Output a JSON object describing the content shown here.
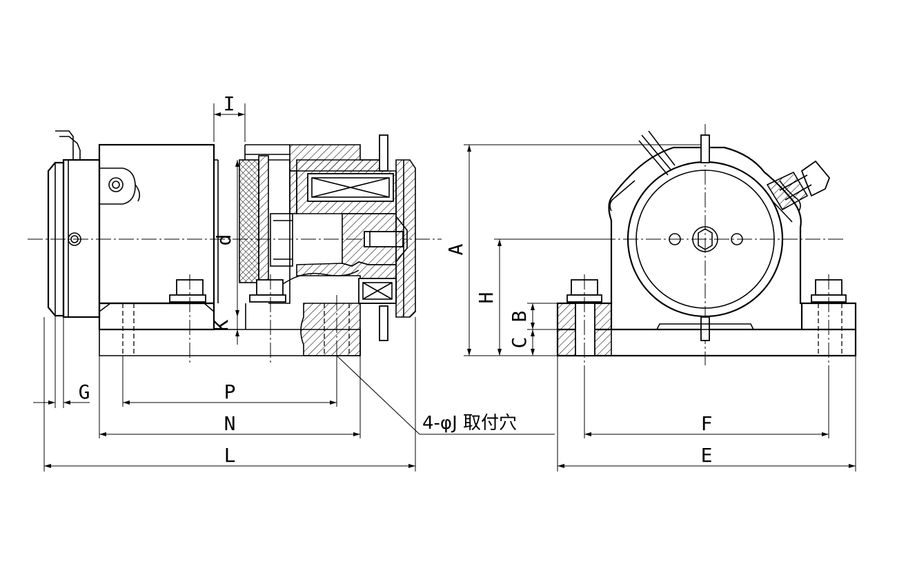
{
  "labels": {
    "A": "A",
    "B": "B",
    "C": "C",
    "d": "d",
    "E": "E",
    "F": "F",
    "G": "G",
    "H": "H",
    "I": "I",
    "K": "K",
    "L": "L",
    "N": "N",
    "P": "P"
  },
  "note": "4-φJ 取付穴"
}
